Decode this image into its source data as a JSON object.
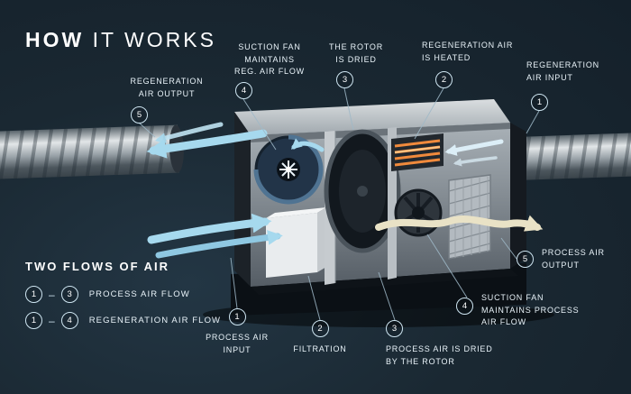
{
  "title": {
    "bold": "HOW",
    "rest": " IT WORKS"
  },
  "callouts": {
    "regen_output": {
      "num": "5",
      "label": "REGENERATION\nAIR OUTPUT"
    },
    "suction_reg": {
      "num": "4",
      "label": "SUCTION FAN\nMAINTAINS\nREG. AIR FLOW"
    },
    "rotor_dried": {
      "num": "3",
      "label": "THE ROTOR\nIS DRIED"
    },
    "regen_heated": {
      "num": "2",
      "label": "REGENERATION AIR\nIS HEATED"
    },
    "regen_input": {
      "num": "1",
      "label": "REGENERATION\nAIR INPUT"
    },
    "process_output": {
      "num": "5",
      "label": "PROCESS AIR\nOUTPUT"
    },
    "suction_process": {
      "num": "4",
      "label": "SUCTION FAN\nMAINTAINS PROCESS\nAIR FLOW"
    },
    "process_dried": {
      "num": "3",
      "label": "PROCESS AIR IS DRIED\nBY THE ROTOR"
    },
    "filtration": {
      "num": "2",
      "label": "FILTRATION"
    },
    "process_input": {
      "num": "1",
      "label": "PROCESS AIR\nINPUT"
    }
  },
  "legend": {
    "title": "TWO FLOWS OF AIR",
    "dash": "–",
    "rows": [
      {
        "from": "1",
        "to": "3",
        "label": "PROCESS AIR FLOW"
      },
      {
        "from": "1",
        "to": "4",
        "label": "REGENERATION AIR FLOW"
      }
    ]
  },
  "colors": {
    "background": "#1a2832",
    "text": "#e9f3f9",
    "circle_outline": "#cfe6f2",
    "blue_air_arrow": "#a6d9ee",
    "cream_air_arrow": "#e9e2c6",
    "heater_glow": "#f08a3c"
  }
}
